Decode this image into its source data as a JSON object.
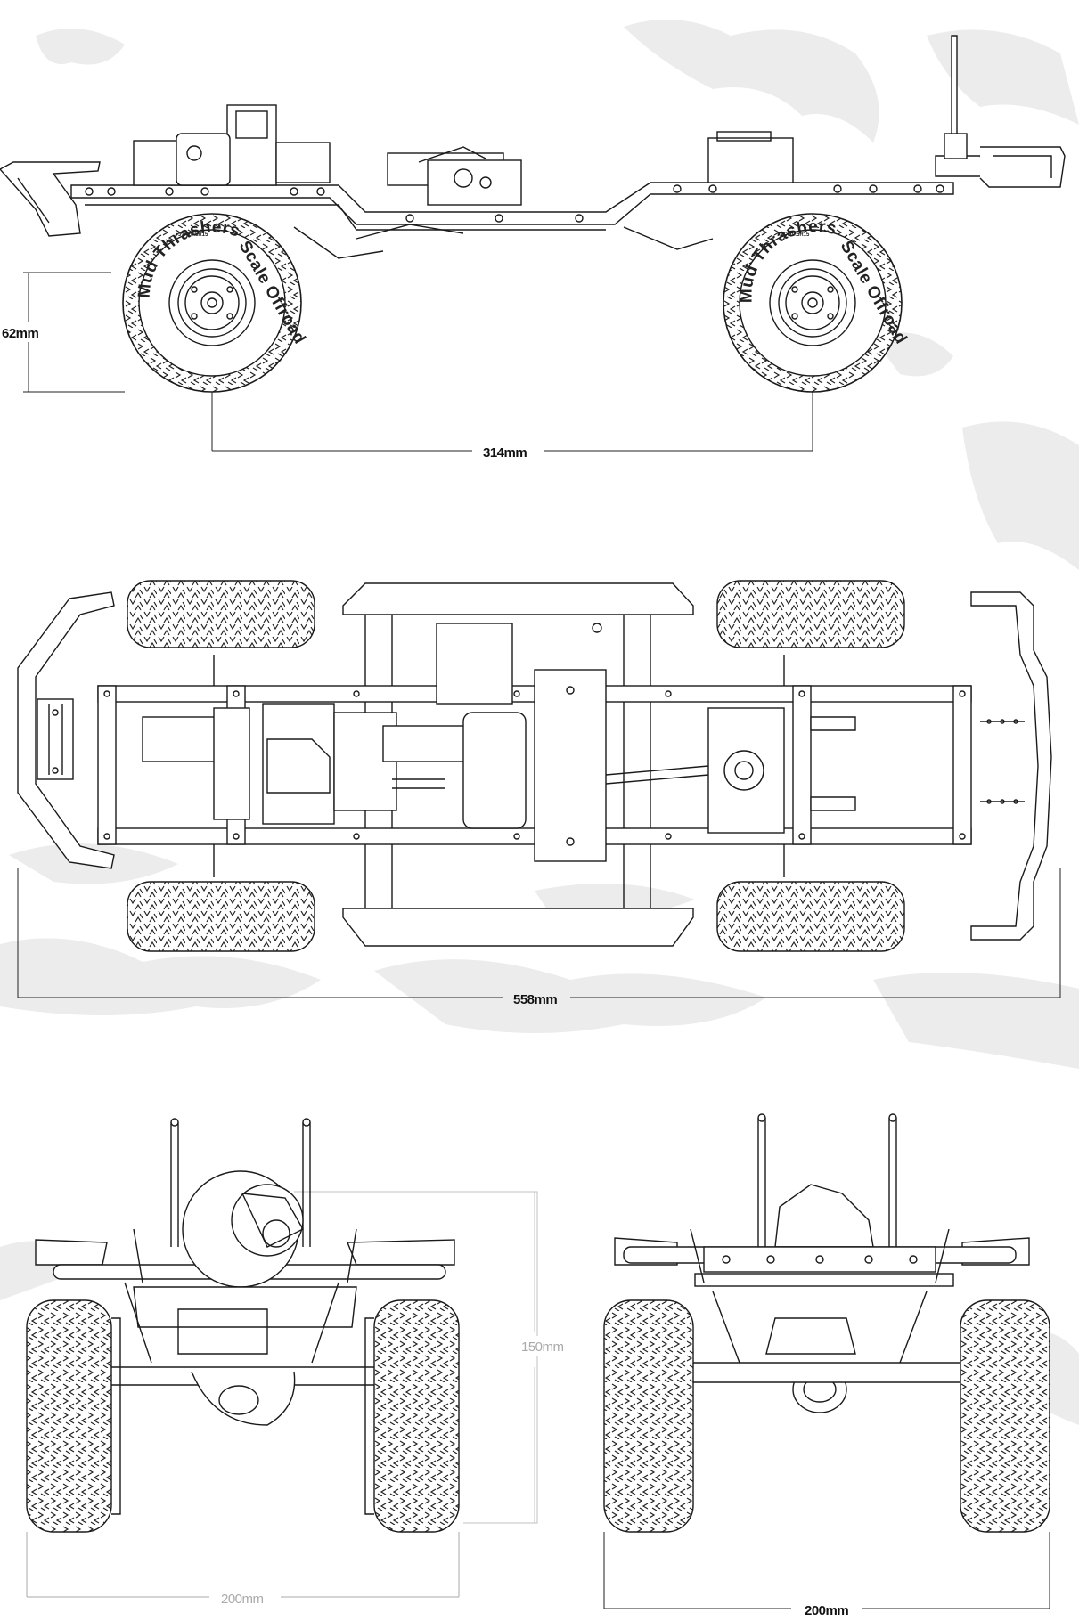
{
  "side_view": {
    "height_label": "62mm",
    "wheelbase_label": "314mm",
    "tire_text_1": "Mud Thrashers",
    "tire_text_2": "Scale Offroad",
    "tire_text_small": "37X10.5R15"
  },
  "top_view": {
    "length_label": "558mm"
  },
  "front_view": {
    "height_label": "150mm",
    "width_label": "200mm"
  },
  "rear_view": {
    "width_label": "200mm"
  },
  "colors": {
    "line": "#1a1a1a",
    "dim_line": "#222222",
    "light_dim": "#aaaaaa",
    "splatter": "#e6e6e6"
  }
}
